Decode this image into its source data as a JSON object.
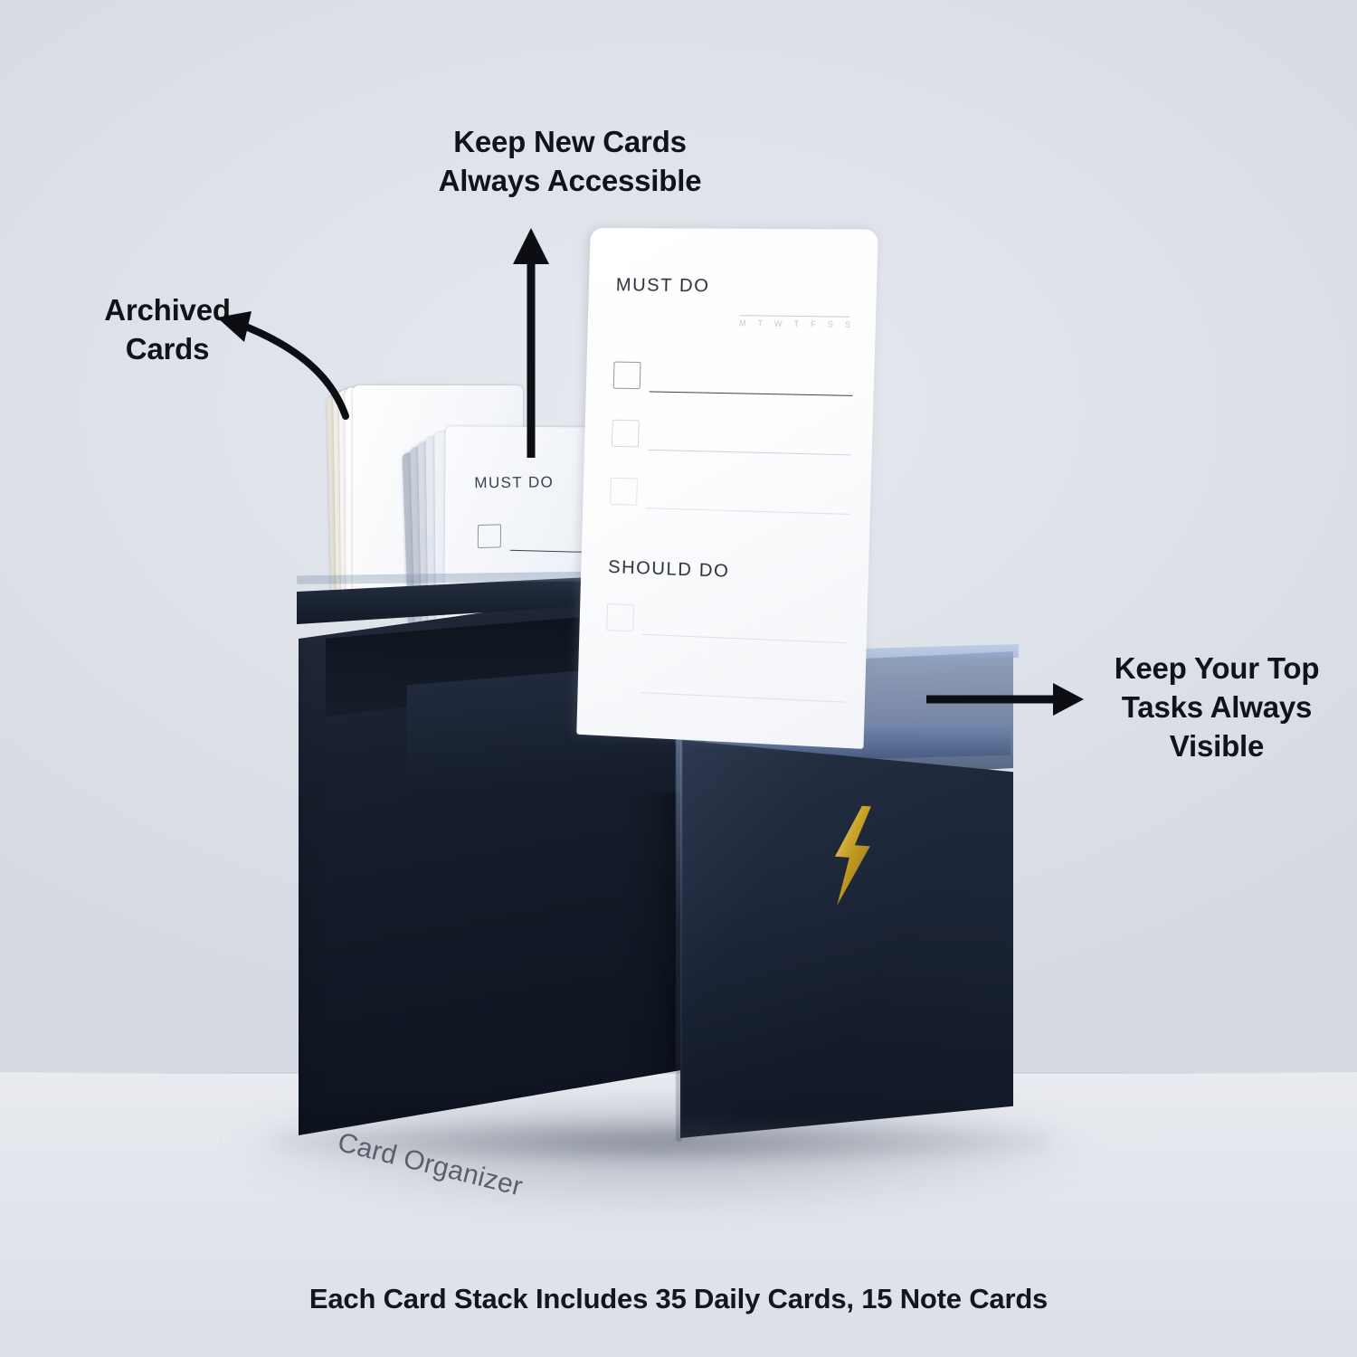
{
  "product": {
    "name": "Card Organizer",
    "brand_icon": "lightning-bolt-icon"
  },
  "annotations": {
    "top": {
      "line1": "Keep New Cards",
      "line2": "Always Accessible",
      "arrow": "arrow-up-icon"
    },
    "left": {
      "line1": "Archived",
      "line2": "Cards",
      "arrow": "arrow-curved-left-icon"
    },
    "right": {
      "line1": "Keep Your Top",
      "line2": "Tasks Always",
      "line3": "Visible",
      "arrow": "arrow-right-icon"
    }
  },
  "caption": "Each Card Stack Includes 35 Daily Cards, 15 Note Cards",
  "front_card": {
    "heading_must": "MUST DO",
    "heading_should": "SHOULD DO",
    "day_letters": [
      "M",
      "T",
      "W",
      "T",
      "F",
      "S",
      "S"
    ]
  },
  "back_card": {
    "heading_must": "MUST DO"
  },
  "colors": {
    "background": "#dde1e8",
    "box_navy": "#16202f",
    "box_navy_light": "#2a3445",
    "acrylic_blue": "#4a6494",
    "gold": "#c9a227",
    "text": "#111318",
    "brand_text": "#5a5f6b"
  }
}
